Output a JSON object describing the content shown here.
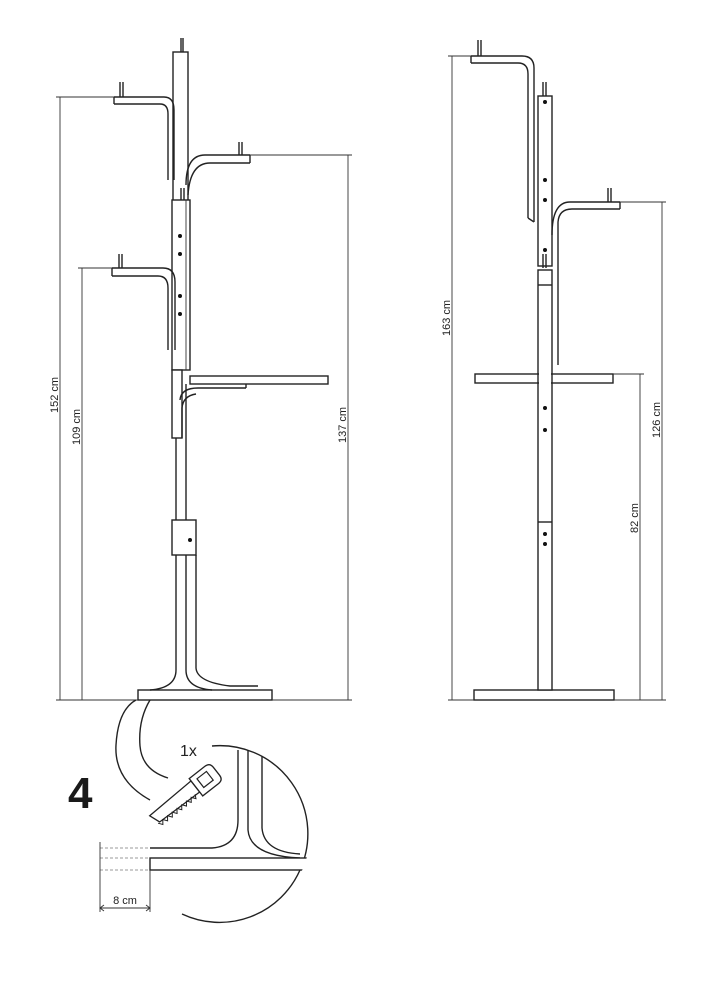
{
  "step": {
    "number": "4",
    "count_label": "1x",
    "tool": "saw-icon"
  },
  "dimensions_left": {
    "total_height": "152 cm",
    "lower_hook_height": "109 cm",
    "upper_hook_height": "137 cm"
  },
  "dimensions_right": {
    "total_height": "163 cm",
    "hook_height": "126 cm",
    "shelf_height": "82 cm"
  },
  "detail": {
    "cut_length": "8 cm"
  }
}
